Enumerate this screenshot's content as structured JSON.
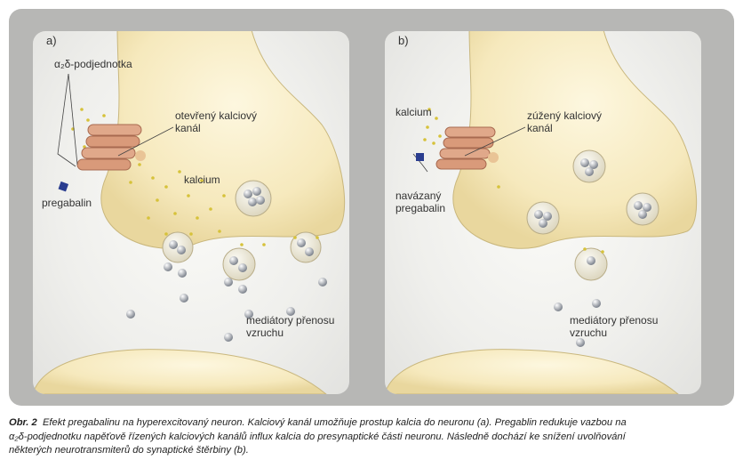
{
  "panels": {
    "a": {
      "letter": "a)",
      "subunit_label": "α₂δ-podjednotka",
      "open_channel_label": "otevřený kalciový kanál",
      "calcium_label": "kalcium",
      "pregabalin_label": "pregabalin",
      "mediators_label": "mediátory přenosu vzruchu"
    },
    "b": {
      "letter": "b)",
      "calcium_label": "kalcium",
      "narrowed_channel_label": "zúžený kalciový kanál",
      "bound_pregabalin_label": "navázaný pregabalin",
      "mediators_label": "mediátory přenosu vzruchu"
    }
  },
  "caption": {
    "prefix": "Obr. 2",
    "line1": "Efekt pregabalinu na hyperexcitovaný neuron. Kalciový kanál umožňuje prostup kalcia do neuronu (a). Pregablin redukuje vazbou na",
    "line2": "α₂δ-podjednotku napěťově řízených kalciových kanálů influx kalcia do presynaptické části neuronu. Následně dochází ke snížení uvolňování",
    "line3": "některých neurotransmiterů do synaptické štěrbiny (b)."
  },
  "colors": {
    "neuron": "#f7ecc4",
    "frame": "#b7b7b5",
    "channel": "#d99a7a",
    "calcium_dot": "#d6c23a",
    "pregabalin": "#2a3d8f"
  }
}
